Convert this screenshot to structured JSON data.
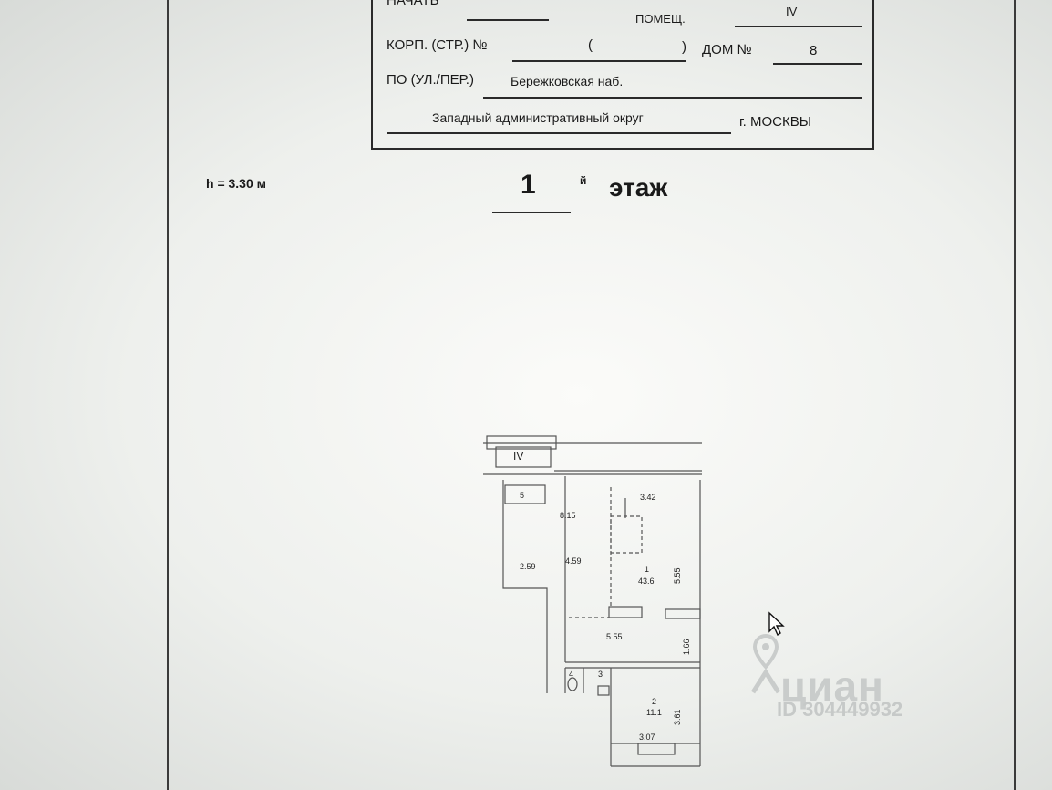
{
  "header": {
    "row0_left": "НАЧАТЬ",
    "row0_mid": "ПОМЕЩ.",
    "row0_right": "IV",
    "korp_label": "КОРП. (СТР.) №",
    "korp_value": "(",
    "korp_close": ")",
    "dom_label": "ДОМ №",
    "dom_value": "8",
    "street_label": "ПО (УЛ./ПЕР.)",
    "street_value": "Бережковская наб.",
    "district_value": "Западный административный округ",
    "city_value": "г. МОСКВЫ"
  },
  "height_label": "h = 3.30 м",
  "floor": {
    "number": "1",
    "suffix": "й",
    "word": "этаж"
  },
  "plan": {
    "section_label": "IV",
    "rooms": [
      {
        "num": "1",
        "area": "43.6"
      },
      {
        "num": "2",
        "area": "11.1"
      },
      {
        "num": "3",
        "area": ""
      },
      {
        "num": "4",
        "area": ""
      },
      {
        "num": "5",
        "area": ""
      }
    ],
    "dimensions": [
      "3.42",
      "8.15",
      "4.59",
      "2.59",
      "5.55",
      "5.55",
      "1.66",
      "3.61",
      "3.07"
    ]
  },
  "watermark": {
    "brand": "циан",
    "id": "ID 304449932"
  }
}
